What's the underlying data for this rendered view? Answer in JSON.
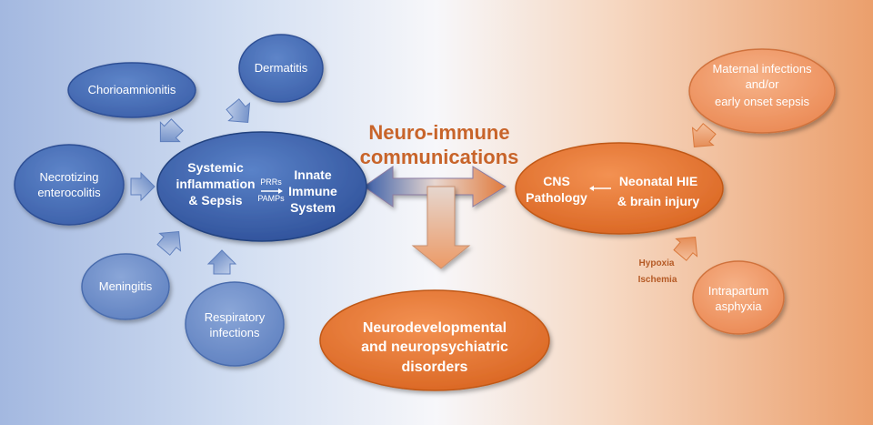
{
  "colors": {
    "blue_node": "#4a6fb5",
    "blue_light_node": "#6b8cc8",
    "orange_node": "#e8783a",
    "orange_light_node": "#f0a070",
    "title_orange": "#c8642a",
    "bg_left": "#a9bde3",
    "bg_right": "#eda878"
  },
  "left_nodes": {
    "chorioamnionitis": "Chorioamnionitis",
    "dermatitis": "Dermatitis",
    "necrotizing": [
      "Necrotizing",
      "enterocolitis"
    ],
    "meningitis": "Meningitis",
    "respiratory": [
      "Respiratory",
      "infections"
    ]
  },
  "central_left": {
    "systemic": [
      "Systemic",
      "inflammation",
      "& Sepsis"
    ],
    "prrs": "PRRs",
    "pamps": "PAMPs",
    "innate": [
      "Innate",
      "Immune",
      "System"
    ]
  },
  "title": [
    "Neuro-immune",
    "communications"
  ],
  "central_right": {
    "cns": [
      "CNS",
      "Pathology"
    ],
    "hie": [
      "Neonatal HIE",
      "& brain injury"
    ]
  },
  "right_nodes": {
    "maternal": [
      "Maternal infections",
      "and/or",
      "early onset sepsis"
    ],
    "intrapartum": [
      "Intrapartum",
      "asphyxia"
    ]
  },
  "hypoxia": "Hypoxia",
  "ischemia": "Ischemia",
  "bottom_node": [
    "Neurodevelopmental",
    "and neuropsychiatric",
    "disorders"
  ]
}
